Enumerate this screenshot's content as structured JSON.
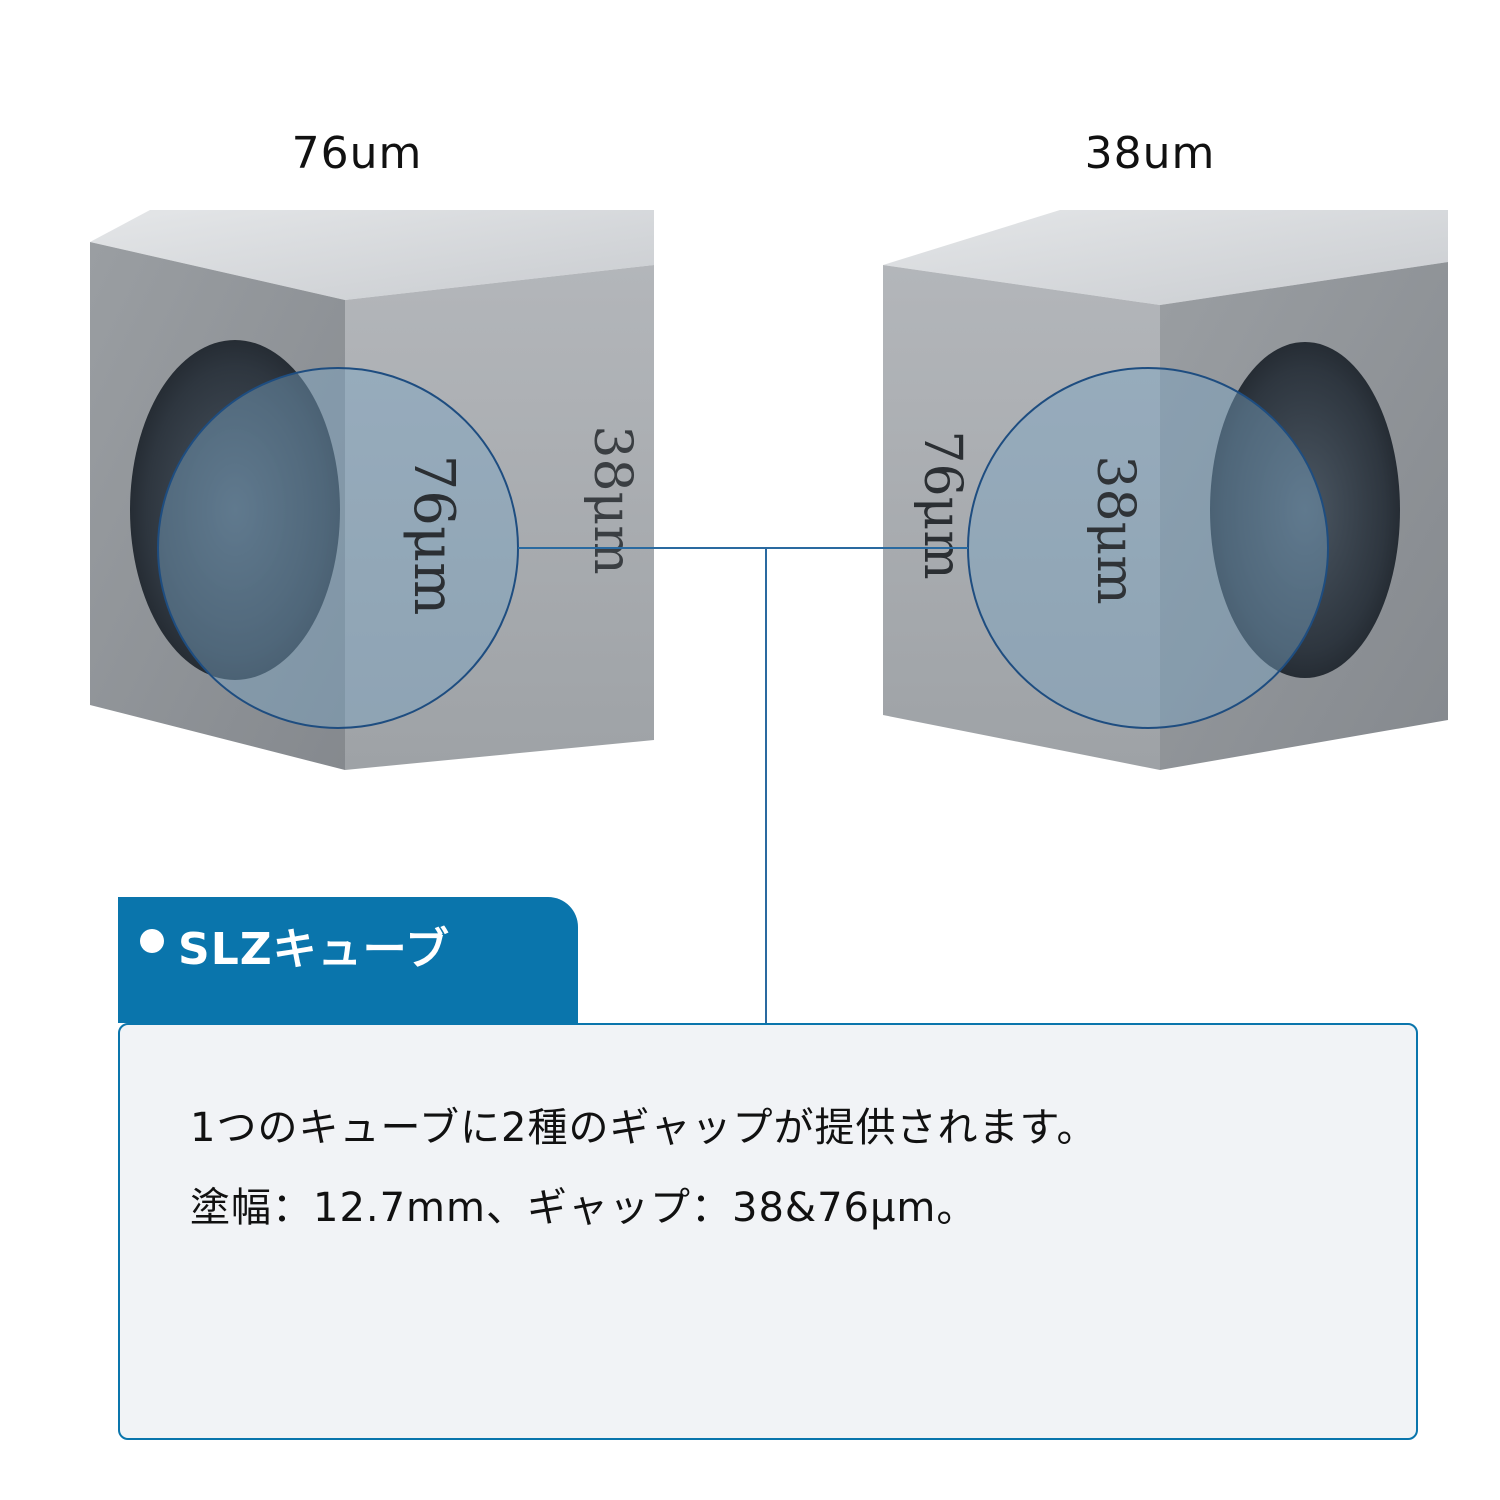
{
  "labels": {
    "left_cube": "76um",
    "right_cube": "38um"
  },
  "cube_engravings": {
    "left_front": "76μm",
    "left_side": "38μm",
    "right_front": "76μm",
    "right_side": "38μm"
  },
  "panel": {
    "title": "SLZキューブ",
    "line1": "1つのキューブに2種のギャップが提供されます。",
    "line2": "塗幅：12.7mm、ギャップ：38&76μm。"
  },
  "colors": {
    "accent": "#0a75ac",
    "panel_bg": "#f1f3f6",
    "metal": "#a3a7ab",
    "highlight_circle": "#7aa3c4"
  }
}
